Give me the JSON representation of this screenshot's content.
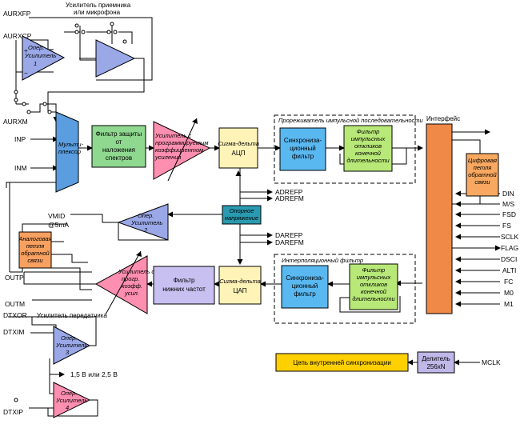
{
  "colors": {
    "opamp_blue": "#9aa8e8",
    "amp_pink": "#ff8fb0",
    "mux_blue": "#5a9ee0",
    "filter_green": "#8fd890",
    "sd_yellow": "#fff3b8",
    "sync_cyan": "#5ab8f0",
    "fir_green": "#b8e878",
    "interface_orange": "#f08848",
    "digital_loop_orange": "#f8a860",
    "vref_teal": "#2a9ab0",
    "analog_loop_orange": "#f8a060",
    "clock_chain_yellow": "#ffd000",
    "divider_lavender": "#c0b8e8",
    "lowpass_purple": "#c8c0f0"
  },
  "pins": {
    "aurxfp": "AURXFP",
    "aurxcp": "AURXCP",
    "aurxm": "AURXM",
    "inp": "INP",
    "inm": "INM",
    "adrefp": "ADREFP",
    "adrefm": "ADREFM",
    "darefp": "DAREFP",
    "darefm": "DAREFM",
    "vmid": "VMID",
    "vmid_current": "@5mA",
    "outp": "OUTP",
    "outm": "OUTM",
    "dtxor": "DTXOR",
    "dtxim": "DTXIM",
    "dtxip": "DTXIP",
    "din": "DIN",
    "ms": "M/S",
    "fsd": "FSD",
    "fs": "FS",
    "sclk": "SCLK",
    "flag": "FLAG",
    "dsci": "DSCI",
    "alti": "ALTI",
    "fc": "FC",
    "m0": "M0",
    "m1": "M1",
    "mclk": "MCLK"
  },
  "labels": {
    "receiver_amp_l1": "Усилитель приемника",
    "receiver_amp_l2": "или микрофона",
    "opamp1_l1": "Опер.",
    "opamp1_l2": "Усилитель",
    "opamp1_l3": "1",
    "mux_l1": "Мульти-",
    "mux_l2": "плексор",
    "aaf_l1": "Фильтр защиты",
    "aaf_l2": "от",
    "aaf_l3": "наложения",
    "aaf_l4": "спектров",
    "pga_l1": "Усилитель с",
    "pga_l2": "программируемым",
    "pga_l3": "коэффициентом",
    "pga_l4": "усиления",
    "adc_l1": "Сигма-дельта",
    "adc_l2": "АЦП",
    "decimator_title": "Прореживатель импульсной последовательности",
    "sync1_l1": "Синхрониза-",
    "sync1_l2": "ционный",
    "sync1_l3": "фильтр",
    "fir1_l1": "Фильтр",
    "fir1_l2": "импульсных",
    "fir1_l3": "откликов",
    "fir1_l4": "конечной",
    "fir1_l5": "длительности",
    "interface_title": "Интерфейс",
    "dloop_l1": "Цифровая",
    "dloop_l2": "петля",
    "dloop_l3": "обратной",
    "dloop_l4": "связи",
    "vref_l1": "Опорное",
    "vref_l2": "напряжение",
    "opamp2_l1": "Опер.",
    "opamp2_l2": "Усилитель",
    "opamp2_l3": "2",
    "aloop_l1": "Аналоговая",
    "aloop_l2": "петля",
    "aloop_l3": "обратной",
    "aloop_l4": "связи",
    "interp_title": "Интерполяционный фильтр",
    "sync2_l1": "Синхрониза-",
    "sync2_l2": "ционный",
    "sync2_l3": "фильтр",
    "fir2_l1": "Фильтр",
    "fir2_l2": "импульсных",
    "fir2_l3": "откликов",
    "fir2_l4": "конечной",
    "fir2_l5": "длительности",
    "dac_l1": "Сигма-дельта",
    "dac_l2": "ЦАП",
    "lpf_l1": "Фильтр",
    "lpf_l2": "нижних частот",
    "outamp_l1": "Усилитель с",
    "outamp_l2": "прогр.",
    "outamp_l3": "коэфф.",
    "outamp_l4": "усил.",
    "tx_amp": "Усилитель передатчика",
    "opamp3_l1": "Опер.",
    "opamp3_l2": "Усилитель",
    "opamp3_l3": "3",
    "opamp4_l1": "Опер.",
    "opamp4_l2": "Усилитель",
    "opamp4_l3": "4",
    "bias": "1,5 В или 2,5 В",
    "clock_chain": "Цепь внутренней синхронизации",
    "divider_l1": "Делитель",
    "divider_l2": "256xN"
  }
}
